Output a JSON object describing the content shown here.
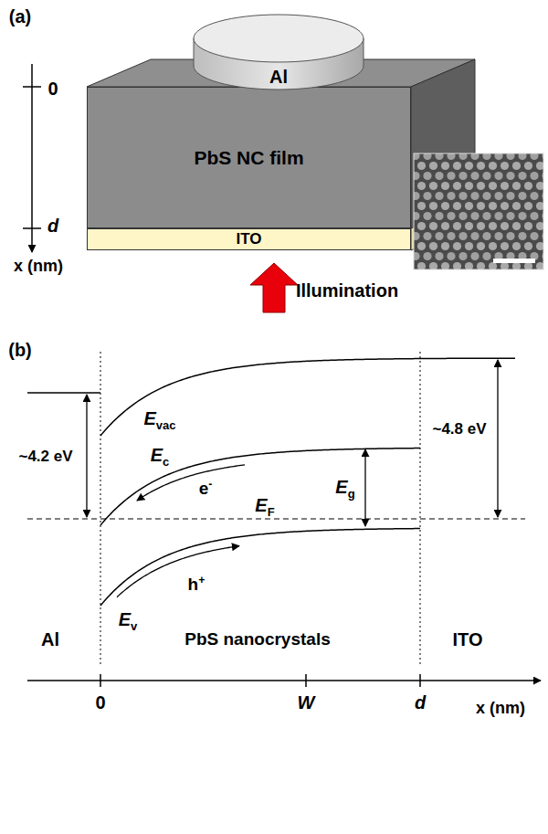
{
  "diagram": {
    "nodes": [
      {
        "text": [
          "Al"
        ]
      },
      {
        "text": [
          "PbS NC film"
        ]
      },
      {
        "text": [
          "ITO"
        ]
      }
    ],
    "labels": [
      "(a)",
      "0",
      "d",
      "x (nm)",
      "Illumination",
      "(b)",
      "Evac",
      "Ec",
      "e-",
      "~4.2 eV",
      "EF",
      "Eg",
      "~4.8 eV",
      "Ev",
      "h+",
      "Al",
      "PbS nanocrystals",
      "ITO",
      "0",
      "W",
      "d",
      "x (nm)"
    ]
  }
}
